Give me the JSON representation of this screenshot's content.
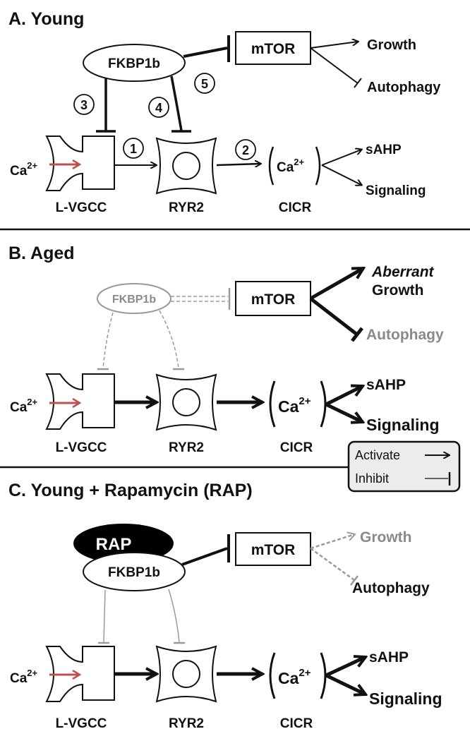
{
  "panels": {
    "a": {
      "title": "A. Young",
      "fkbp": "FKBP1b",
      "mtor": "mTOR",
      "growth": "Growth",
      "autophagy": "Autophagy",
      "ca": "Ca",
      "ca_sup": "2+",
      "lvgcc": "L-VGCC",
      "ryr2": "RYR2",
      "cicr": "CICR",
      "sahp": "sAHP",
      "signaling": "Signaling",
      "steps": [
        "1",
        "2",
        "3",
        "4",
        "5"
      ]
    },
    "b": {
      "title": "B. Aged",
      "fkbp": "FKBP1b",
      "mtor": "mTOR",
      "aberrant": "Aberrant",
      "growth": "Growth",
      "autophagy": "Autophagy",
      "ca": "Ca",
      "ca_sup": "2+",
      "lvgcc": "L-VGCC",
      "ryr2": "RYR2",
      "cicr": "CICR",
      "sahp": "sAHP",
      "signaling": "Signaling"
    },
    "c": {
      "title": "C. Young + Rapamycin (RAP)",
      "rap": "RAP",
      "fkbp": "FKBP1b",
      "mtor": "mTOR",
      "growth": "Growth",
      "autophagy": "Autophagy",
      "ca": "Ca",
      "ca_sup": "2+",
      "lvgcc": "L-VGCC",
      "ryr2": "RYR2",
      "cicr": "CICR",
      "sahp": "sAHP",
      "signaling": "Signaling"
    }
  },
  "legend": {
    "activate": "Activate",
    "inhibit": "Inhibit"
  },
  "colors": {
    "line": "#111111",
    "faded": "#9a9a9a",
    "calcium_arrow": "#c0504d",
    "legend_bg": "#ececec"
  }
}
